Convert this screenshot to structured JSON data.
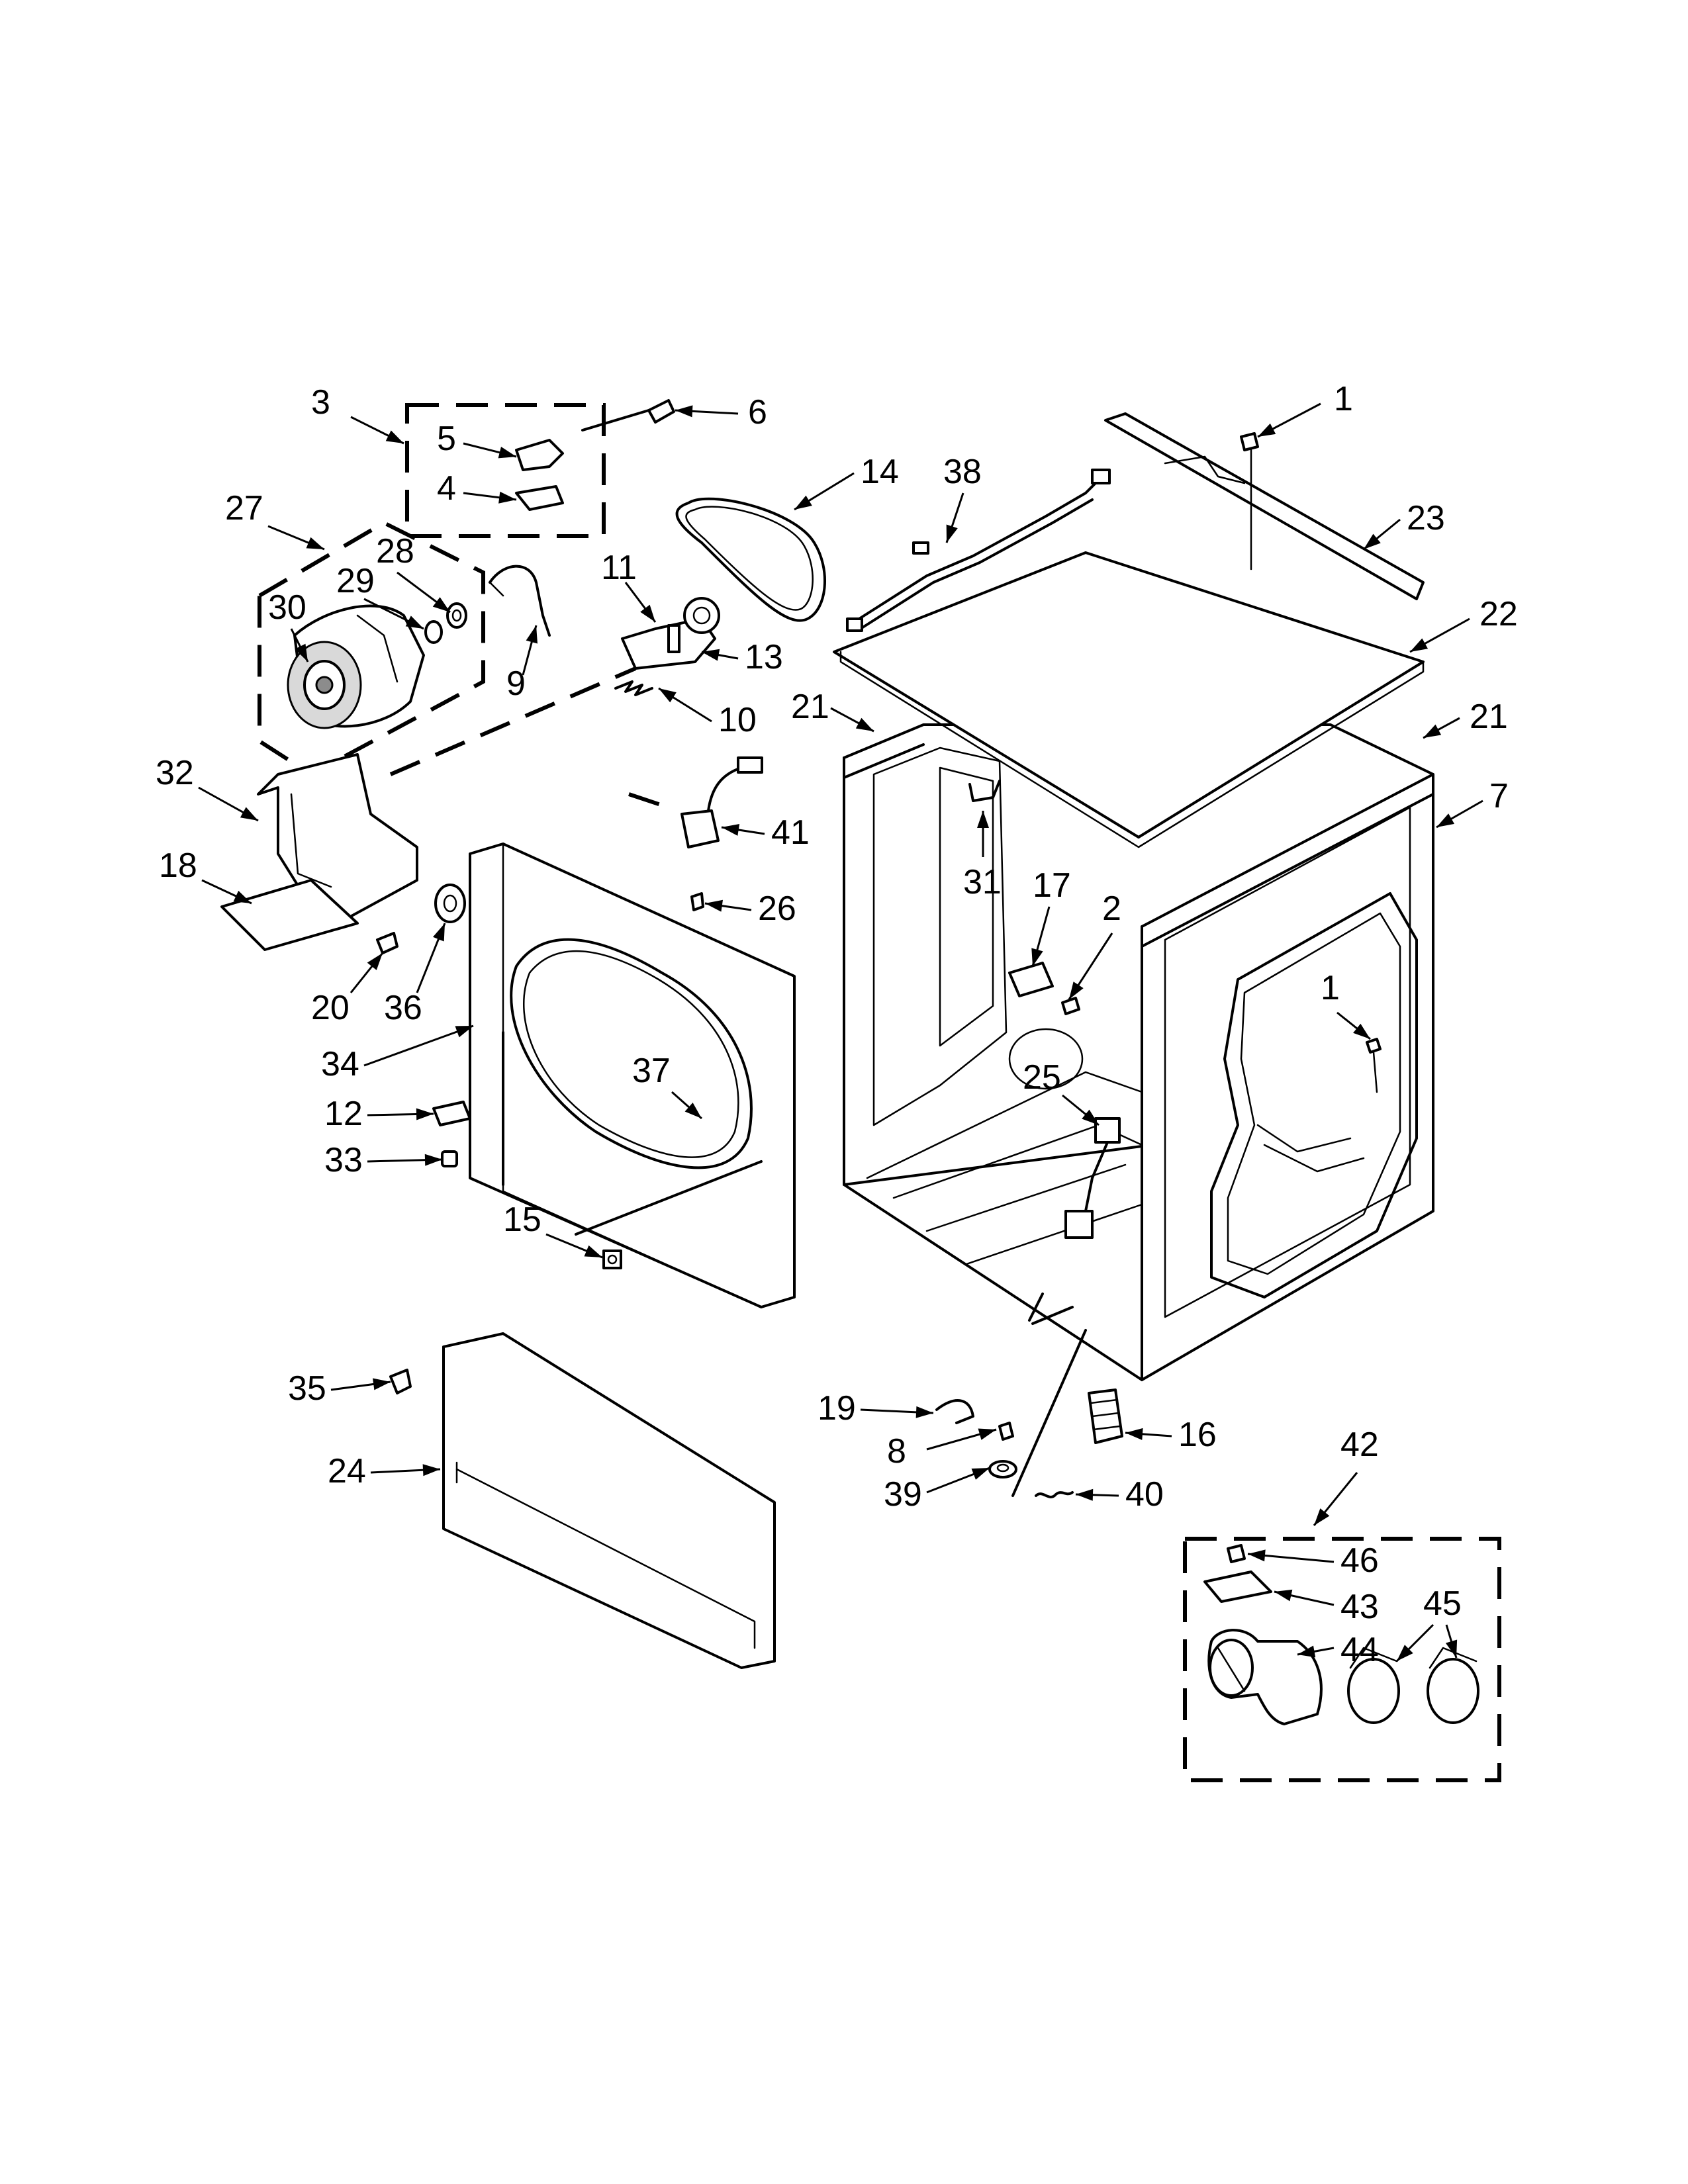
{
  "diagram": {
    "callouts": [
      "1",
      "3",
      "6",
      "5",
      "4",
      "14",
      "38",
      "23",
      "27",
      "28",
      "29",
      "30",
      "11",
      "9",
      "13",
      "22",
      "10",
      "21",
      "21",
      "7",
      "32",
      "41",
      "31",
      "17",
      "2",
      "18",
      "26",
      "1",
      "20",
      "36",
      "34",
      "37",
      "12",
      "25",
      "33",
      "15",
      "35",
      "19",
      "16",
      "8",
      "24",
      "39",
      "40",
      "42",
      "46",
      "43",
      "44",
      "45"
    ]
  }
}
